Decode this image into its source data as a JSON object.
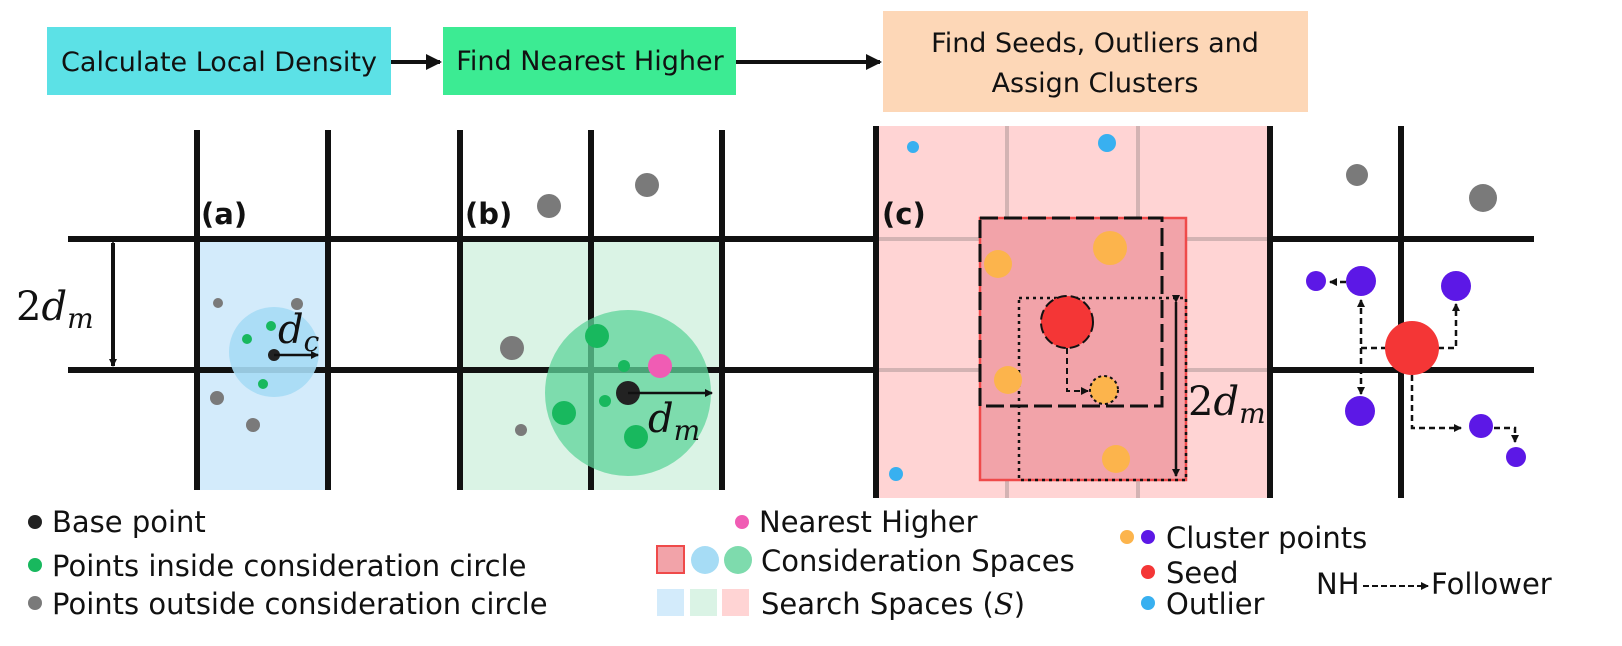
{
  "flow": {
    "step1": "Calculate Local Density",
    "step2": "Find Nearest Higher",
    "step3_line1": "Find Seeds, Outliers and",
    "step3_line2": "Assign Clusters"
  },
  "panels": {
    "a": "(a)",
    "b": "(b)",
    "c": "(c)"
  },
  "math": {
    "two": "2",
    "d": "d",
    "sub_m": "m",
    "sub_c": "c"
  },
  "legend": {
    "base_point": "Base point",
    "inside_circle": "Points inside consideration circle",
    "outside_circle": "Points outside consideration circle",
    "nearest_higher": "Nearest Higher",
    "consideration_spaces": "Consideration Spaces",
    "search_spaces": "Search Spaces (",
    "search_spaces_symbol": "S",
    "search_spaces_close": ")",
    "cluster_points": "Cluster points",
    "seed": "Seed",
    "outlier": "Outlier",
    "nh": "NH",
    "follower": "Follower"
  },
  "colors": {
    "calc_box": "#5ce1e6",
    "nearest_box": "#3ceb93",
    "seeds_box": "#fdd7b7",
    "search_a": "#d3ebfb",
    "search_b": "#daf3e5",
    "search_c": "#ffd4d4",
    "base_point": "#222222",
    "inside_point": "#18b85e",
    "outside_point": "#7a7a7a",
    "nearest_higher": "#f05cb4",
    "cluster_orange": "#fcb44c",
    "cluster_purple": "#5c18e6",
    "seed": "#f43636",
    "outlier": "#38b0f0"
  }
}
